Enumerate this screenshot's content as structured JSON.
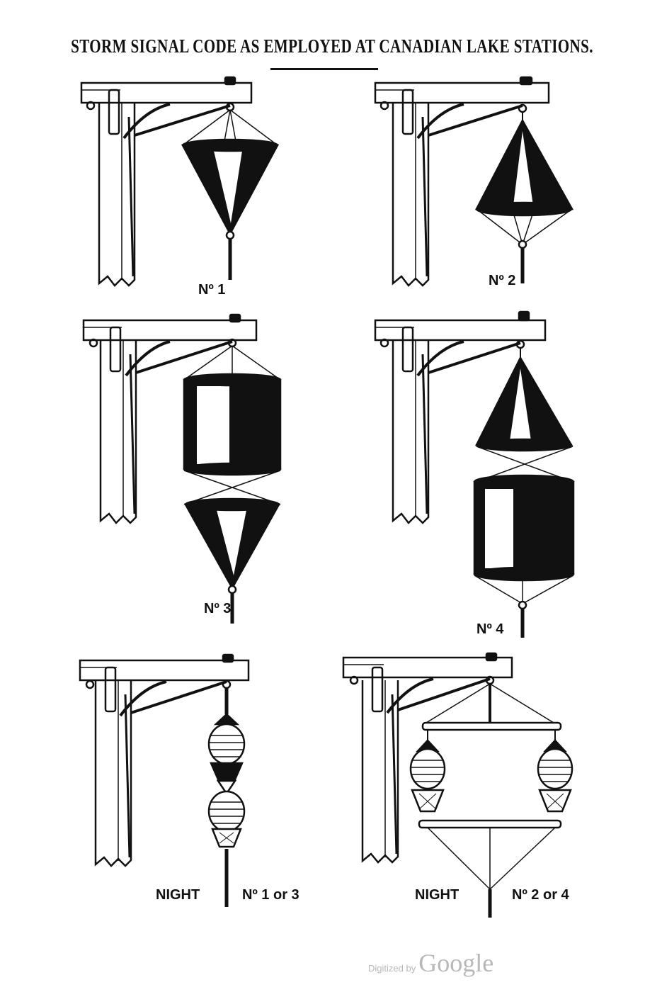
{
  "title": "STORM SIGNAL CODE AS EMPLOYED AT CANADIAN LAKE STATIONS.",
  "figures": [
    {
      "label": "Nº 1"
    },
    {
      "label": "Nº 2"
    },
    {
      "label": "Nº 3"
    },
    {
      "label": "Nº 4"
    },
    {
      "label_left": "NIGHT",
      "label_right": "Nº 1 or 3"
    },
    {
      "label_left": "NIGHT",
      "label_right": "Nº 2 or 4"
    }
  ],
  "footer": {
    "digitized_by": "Digitized by",
    "brand": "Google"
  }
}
